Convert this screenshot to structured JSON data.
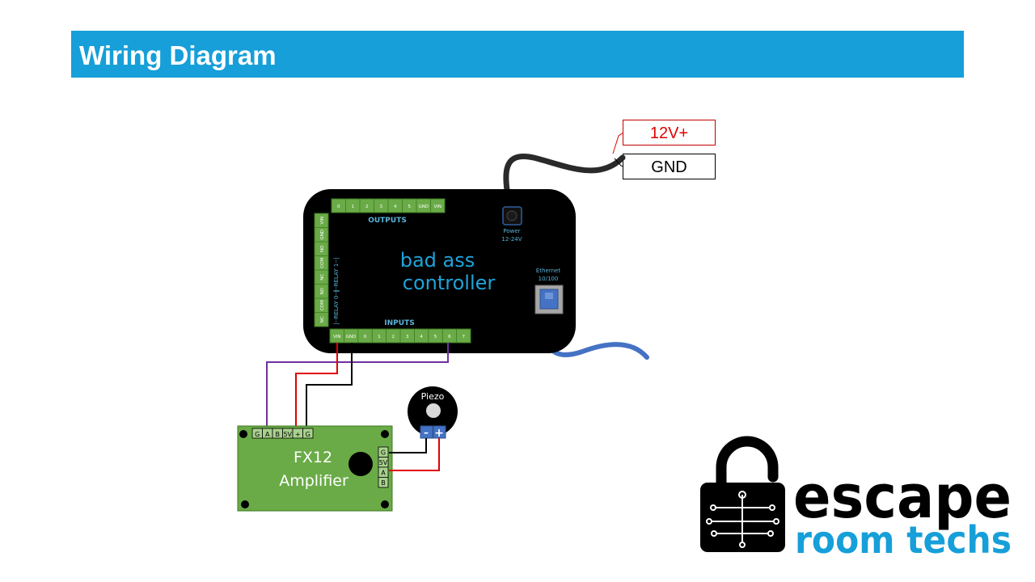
{
  "header": {
    "title": "Wiring Diagram"
  },
  "power_labels": {
    "positive": "12V+",
    "ground": "GND"
  },
  "controller": {
    "brand_line1": "bad ass",
    "brand_line2": "controller",
    "outputs_label": "OUTPUTS",
    "inputs_label": "INPUTS",
    "output_pins": [
      "0",
      "1",
      "2",
      "3",
      "4",
      "5",
      "GND",
      "VIN"
    ],
    "input_pins": [
      "VIN",
      "GND",
      "0",
      "1",
      "2",
      "3",
      "4",
      "5",
      "6",
      "7"
    ],
    "left_pins": [
      "VIN",
      "GND",
      "NO",
      "COM",
      "NC",
      "NO",
      "COM",
      "NC"
    ],
    "relay1_label": "|--RELAY 1--|",
    "relay0_label": "|--RELAY 0--|",
    "power_label": "Power",
    "power_range": "12-24V",
    "ethernet_label": "Ethernet",
    "ethernet_speed": "10/100"
  },
  "amplifier": {
    "name_line1": "FX12",
    "name_line2": "Amplifier",
    "top_pins": [
      "G",
      "A",
      "B",
      "5V",
      "+",
      "G"
    ],
    "side_pins": [
      "G",
      "5V",
      "A",
      "B"
    ]
  },
  "piezo": {
    "label": "Piezo",
    "minus": "–",
    "plus": "+"
  },
  "logo": {
    "line1": "escape",
    "line2": "room techs"
  },
  "colors": {
    "banner": "#169fd8",
    "terminal": "#6aab47",
    "board": "#6aab47",
    "wire_red": "#e00000",
    "wire_purple": "#7030a0",
    "wire_blue": "#4472c4",
    "logo_blue": "#169fd8"
  }
}
